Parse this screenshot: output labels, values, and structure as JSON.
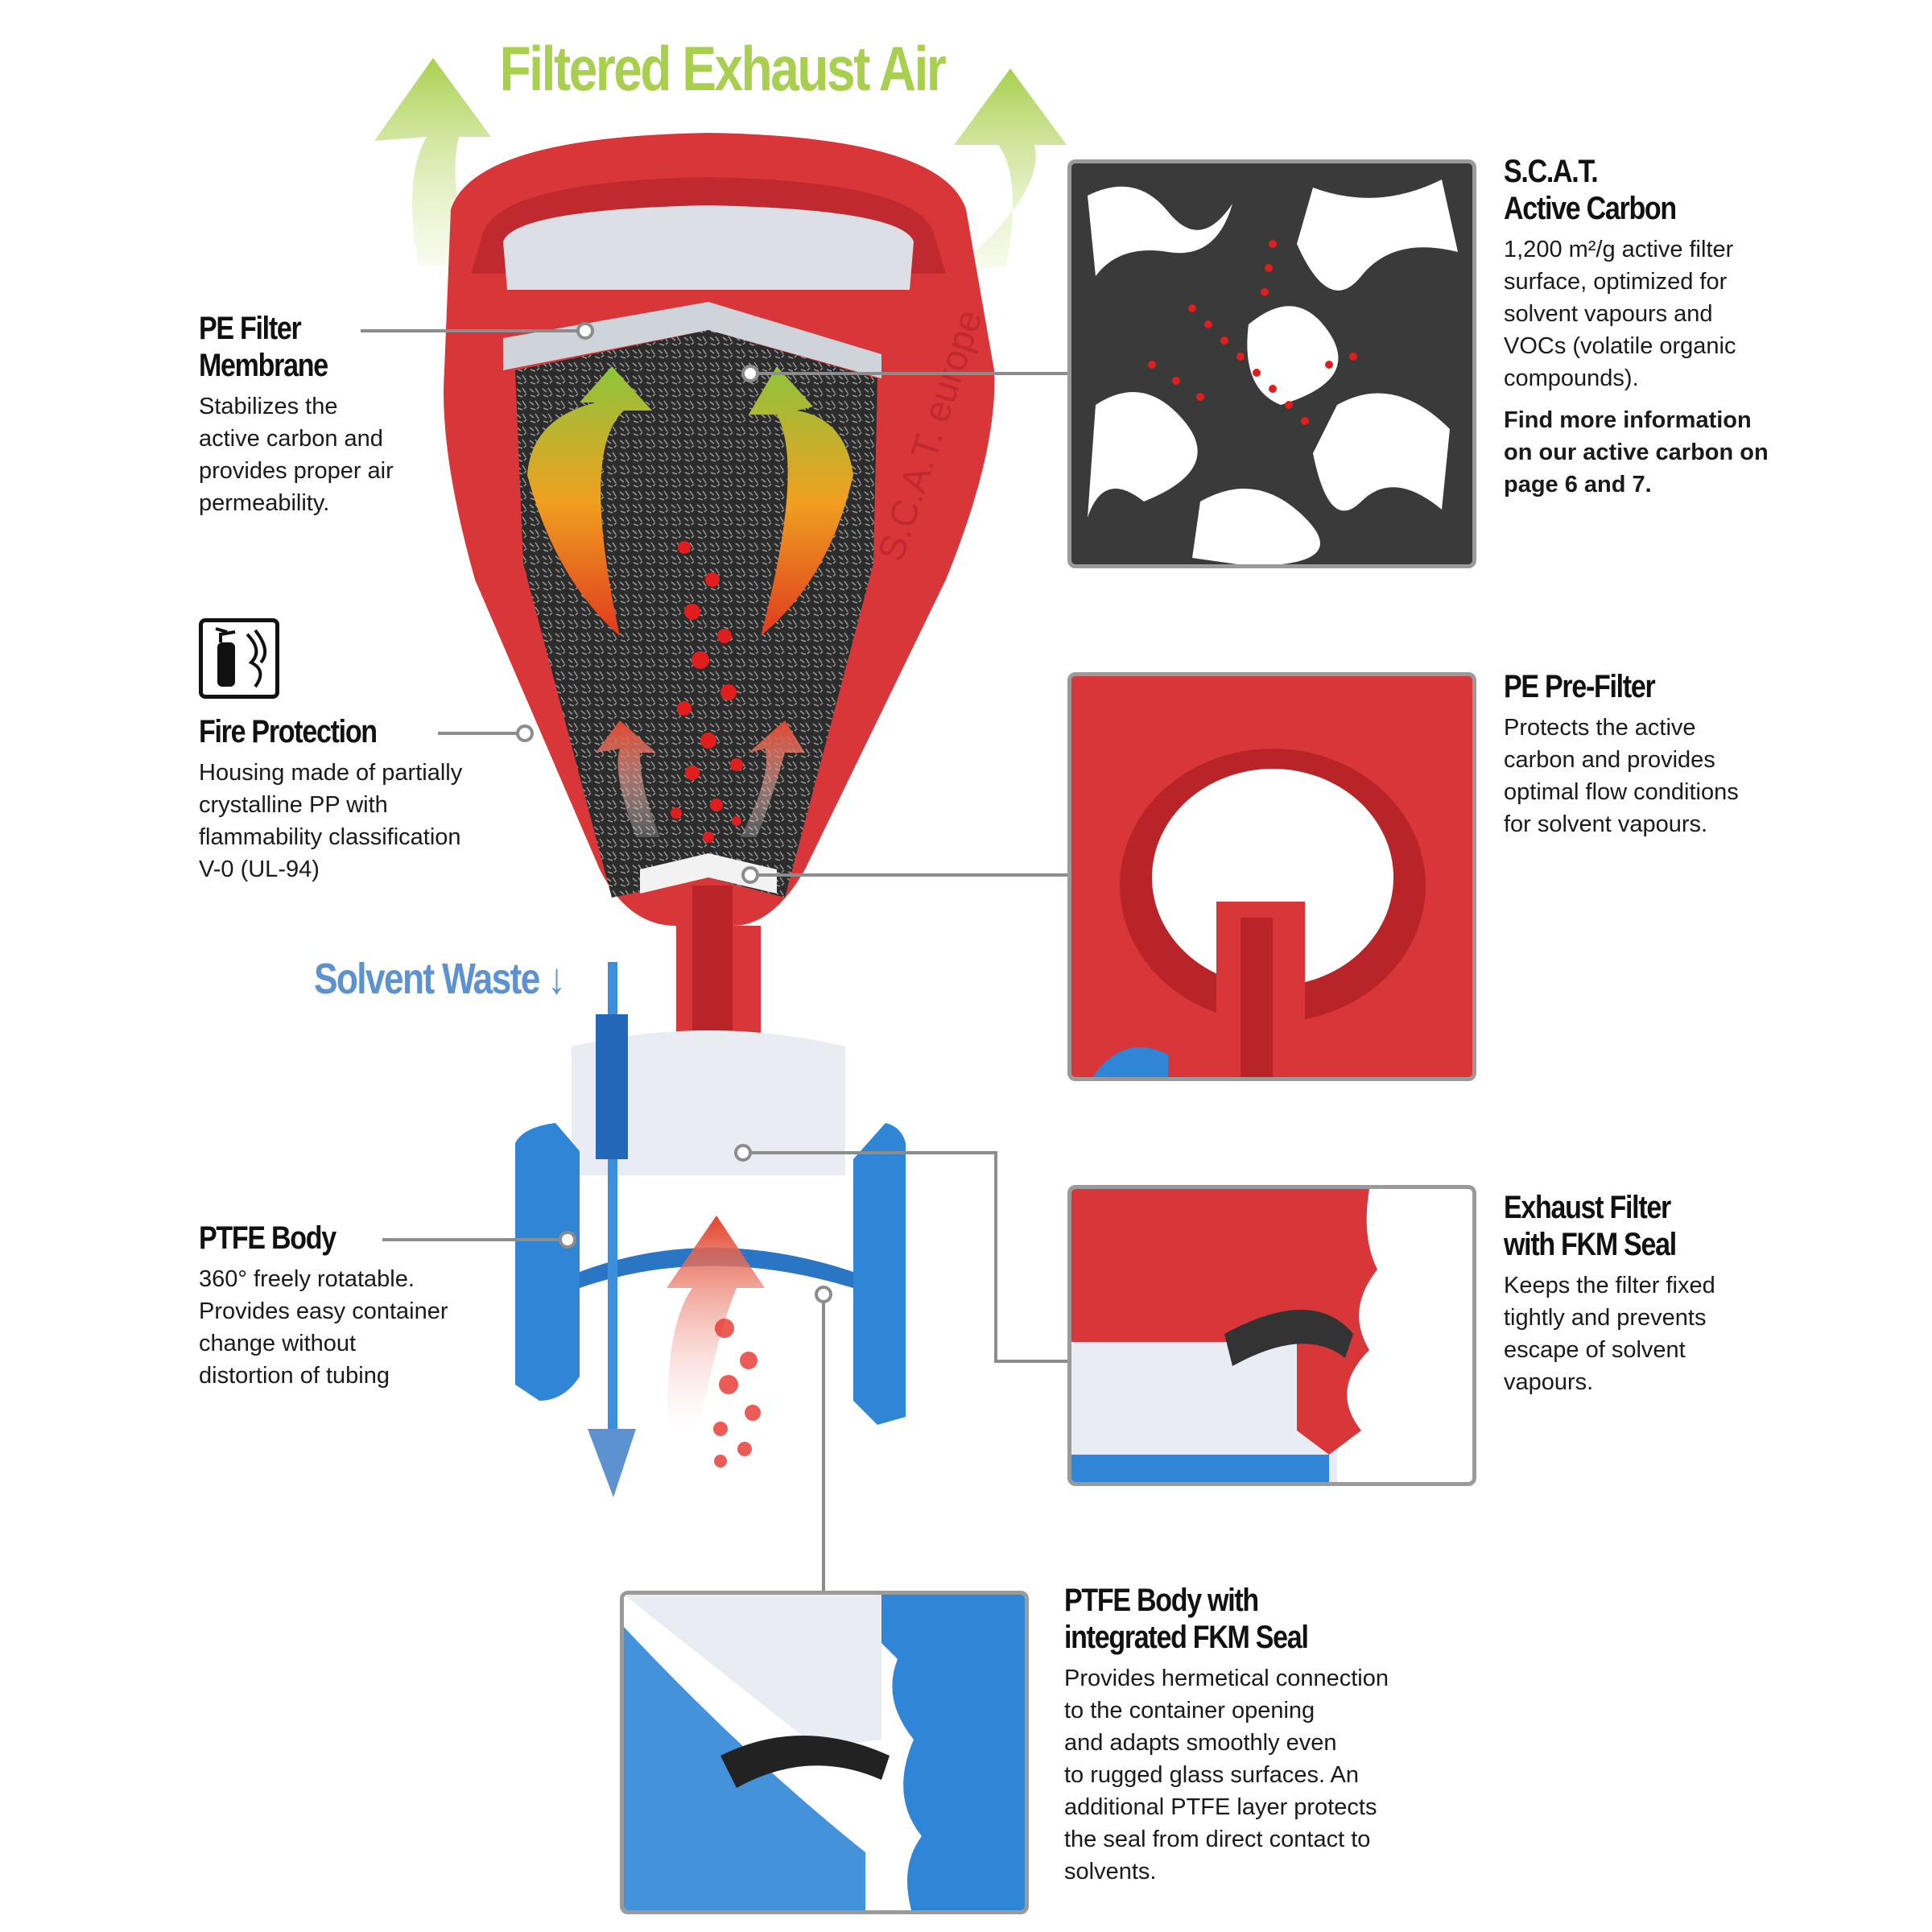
{
  "title": "Filtered Exhaust Air",
  "solvent_waste": "Solvent Waste",
  "housing_brand": "S.C.A.T. europe",
  "colors": {
    "housing_red": "#d9363a",
    "body_blue": "#2f86d6",
    "title_green": "#a9cf4e",
    "waste_blue": "#5b92cf",
    "carbon": "#3a3a3a"
  },
  "callouts": {
    "pe_filter": {
      "heading": [
        "PE Filter",
        "Membrane"
      ],
      "text": [
        "Stabilizes the",
        "active carbon and",
        "provides proper air",
        "permeability."
      ]
    },
    "fire": {
      "icon": "fire-extinguisher-icon",
      "heading": "Fire Protection",
      "text": [
        "Housing made of partially",
        "crystalline PP with",
        "flammability classification",
        "V-0 (UL-94)"
      ]
    },
    "ptfe_body": {
      "heading": "PTFE Body",
      "text": [
        "360° freely rotatable.",
        "Provides easy container",
        "change without",
        "distortion of tubing"
      ]
    },
    "carbon": {
      "heading": [
        "S.C.A.T.",
        "Active Carbon"
      ],
      "text": [
        "1,200 m²/g active filter",
        "surface, optimized for",
        "solvent vapours and",
        "VOCs (volatile organic",
        "compounds)."
      ],
      "bold_text": [
        "Find more information",
        "on our active carbon on",
        "page 6 and 7."
      ]
    },
    "prefilter": {
      "heading": "PE Pre-Filter",
      "text": [
        "Protects the active",
        "carbon and provides",
        "optimal flow conditions",
        "for solvent vapours."
      ]
    },
    "exhaust": {
      "heading": [
        "Exhaust Filter",
        "with FKM Seal"
      ],
      "text": [
        "Keeps the filter fixed",
        "tightly and prevents",
        "escape of solvent",
        "vapours."
      ]
    },
    "ptfe_seal": {
      "heading": [
        "PTFE Body with",
        "integrated FKM Seal"
      ],
      "text": [
        "Provides hermetical connection",
        "to the container opening",
        "and adapts smoothly even",
        "to rugged glass surfaces. An",
        "additional PTFE layer protects",
        "the seal from direct contact to",
        "solvents."
      ]
    }
  }
}
